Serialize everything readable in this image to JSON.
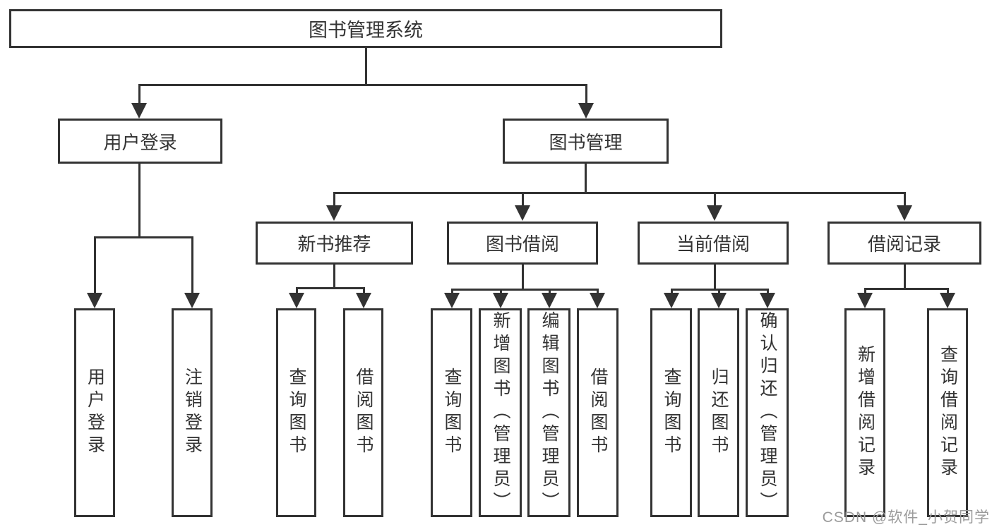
{
  "diagram": {
    "root": {
      "label": "图书管理系统"
    },
    "level2": [
      {
        "label": "用户登录"
      },
      {
        "label": "图书管理"
      }
    ],
    "level3": [
      {
        "label": "新书推荐"
      },
      {
        "label": "图书借阅"
      },
      {
        "label": "当前借阅"
      },
      {
        "label": "借阅记录"
      }
    ],
    "leaves": {
      "user": [
        "用户登录",
        "注销登录"
      ],
      "recommend": [
        "查询图书",
        "借阅图书"
      ],
      "borrow": [
        "查询图书",
        "新增图书（管理员）",
        "编辑图书（管理员）",
        "借阅图书"
      ],
      "current": [
        "查询图书",
        "归还图书",
        "确认归还（管理员）"
      ],
      "records": [
        "新增借阅记录",
        "查询借阅记录"
      ]
    }
  },
  "watermark": {
    "text": "CSDN @软件_小贺同学"
  },
  "colors": {
    "line": "#333333",
    "text": "#333333",
    "watermark": "#9b9b9b",
    "background": "#ffffff"
  }
}
